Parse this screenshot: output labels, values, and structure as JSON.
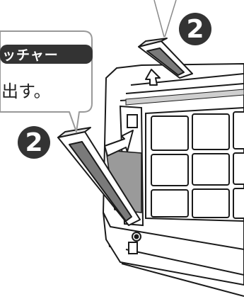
{
  "callout": {
    "tag": "ッチャー",
    "text": "出す。"
  },
  "step_badges": {
    "top": "2",
    "left": "2"
  },
  "colors": {
    "badge": "#333333",
    "line": "#1a1a1a",
    "arrow_fill": "#ffffff",
    "callout_border": "#999999"
  },
  "icons": {
    "step_badge": "circled-number",
    "direction_arrow": "arrow-icon"
  }
}
